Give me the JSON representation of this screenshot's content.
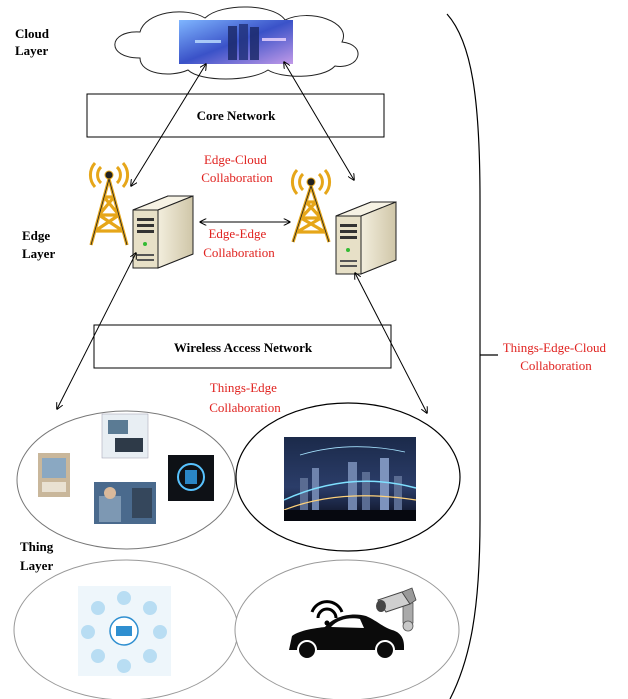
{
  "layers": {
    "cloud": [
      "Cloud",
      "Layer"
    ],
    "edge": [
      "Edge",
      "Layer"
    ],
    "thing": [
      "Thing",
      "Layer"
    ]
  },
  "networks": {
    "core": "Core Network",
    "wireless": "Wireless Access Network"
  },
  "collaborations": {
    "edge_cloud": [
      "Edge-Cloud",
      "Collaboration"
    ],
    "edge_edge": [
      "Edge-Edge",
      "Collaboration"
    ],
    "things_edge": [
      "Things-Edge",
      "Collaboration"
    ],
    "things_edge_cloud": [
      "Things-Edge-Cloud",
      "Collaboration"
    ]
  },
  "colors": {
    "collaboration_text": "#e0221f",
    "outline": "#000000",
    "antenna": "#e6a619"
  },
  "icons": {
    "cloud": "data-center-cloud-icon",
    "tower": "radio-tower-icon",
    "server": "edge-server-icon",
    "wearables": "wearable-devices-icon",
    "smart_city": "smart-city-night-icon",
    "industrial_iot": "industrial-iot-icon",
    "vehicle": "connected-car-icon",
    "camera": "security-camera-icon"
  }
}
